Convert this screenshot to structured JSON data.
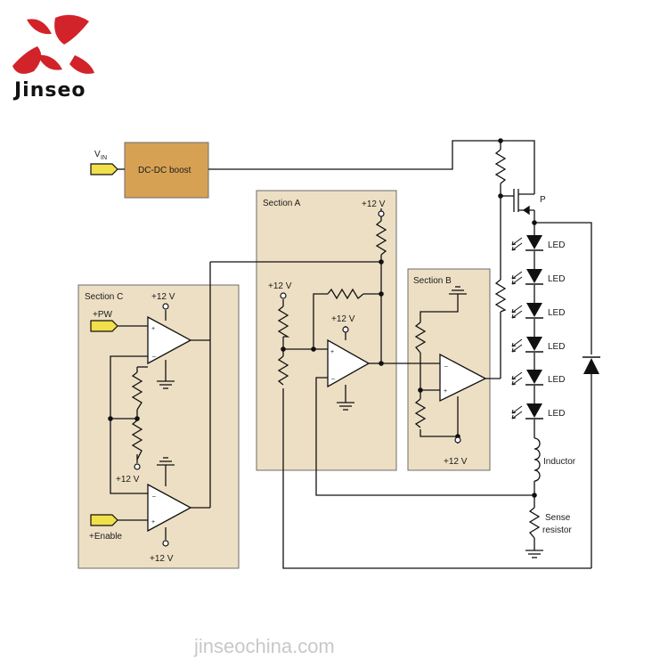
{
  "brand": {
    "name": "Jinseo",
    "mark_color": "#d2232a"
  },
  "watermark": "jinseochina.com",
  "colors": {
    "panel": "#eddfc4",
    "panel_border": "#6b6b6b",
    "boost": "#d7a154",
    "terminal": "#f0e04a",
    "wire": "#111111"
  },
  "boost": {
    "label": "DC-DC boost"
  },
  "vin": {
    "main": "V",
    "sub": "IN"
  },
  "section_a": {
    "title": "Section A",
    "supply_top": "+12 V",
    "supply_left": "+12 V",
    "supply_amp": "+12 V"
  },
  "section_b": {
    "title": "Section B",
    "supply": "+12 V"
  },
  "section_c": {
    "title": "Section C",
    "supply_top": "+12 V",
    "supply_mid": "+12 V",
    "supply_bottom": "+12 V",
    "input_pw": "+PW",
    "input_enable": "+Enable"
  },
  "mosfet": {
    "label": "P"
  },
  "leds": [
    "LED",
    "LED",
    "LED",
    "LED",
    "LED",
    "LED"
  ],
  "inductor": {
    "label": "Inductor"
  },
  "sense": {
    "line1": "Sense",
    "line2": "resistor"
  }
}
